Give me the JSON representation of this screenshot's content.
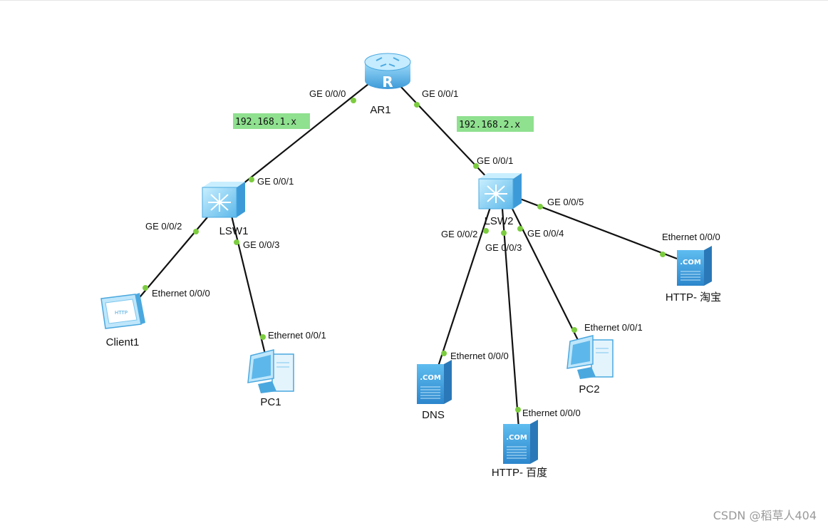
{
  "devices": {
    "ar1": {
      "label": "AR1",
      "kind": "router-icon"
    },
    "lsw1": {
      "label": "LSW1",
      "kind": "switch-icon"
    },
    "lsw2": {
      "label": "LSW2",
      "kind": "switch-icon"
    },
    "client1": {
      "label": "Client1",
      "kind": "http-client-icon"
    },
    "pc1": {
      "label": "PC1",
      "kind": "pc-icon"
    },
    "pc2": {
      "label": "PC2",
      "kind": "pc-icon"
    },
    "dns": {
      "label": "DNS",
      "kind": "server-icon"
    },
    "http_baidu": {
      "label": "HTTP- 百度",
      "kind": "server-icon"
    },
    "http_taobao": {
      "label": "HTTP- 淘宝",
      "kind": "server-icon"
    }
  },
  "networks": {
    "left": "192.168.1.x",
    "right": "192.168.2.x"
  },
  "ports": {
    "ar1_g0": "GE 0/0/0",
    "ar1_g1": "GE 0/0/1",
    "lsw1_g1": "GE 0/0/1",
    "lsw1_g2": "GE 0/0/2",
    "lsw1_g3": "GE 0/0/3",
    "lsw2_g1": "GE 0/0/1",
    "lsw2_g2": "GE 0/0/2",
    "lsw2_g3": "GE 0/0/3",
    "lsw2_g4": "GE 0/0/4",
    "lsw2_g5": "GE 0/0/5",
    "client1_eth": "Ethernet 0/0/0",
    "pc1_eth": "Ethernet 0/0/1",
    "dns_eth": "Ethernet 0/0/0",
    "baidu_eth": "Ethernet 0/0/0",
    "pc2_eth": "Ethernet 0/0/1",
    "taobao_eth": "Ethernet 0/0/0"
  },
  "icon_text": {
    "router": "R",
    "server": ".COM",
    "client": "HTTP"
  },
  "watermark": "CSDN @稻草人404",
  "colors": {
    "link": "#111111",
    "port_dot": "#7ccc3f",
    "network_label_bg": "#8fe08f",
    "device_blue": "#4aa8df",
    "device_light": "#bfe6fb"
  }
}
